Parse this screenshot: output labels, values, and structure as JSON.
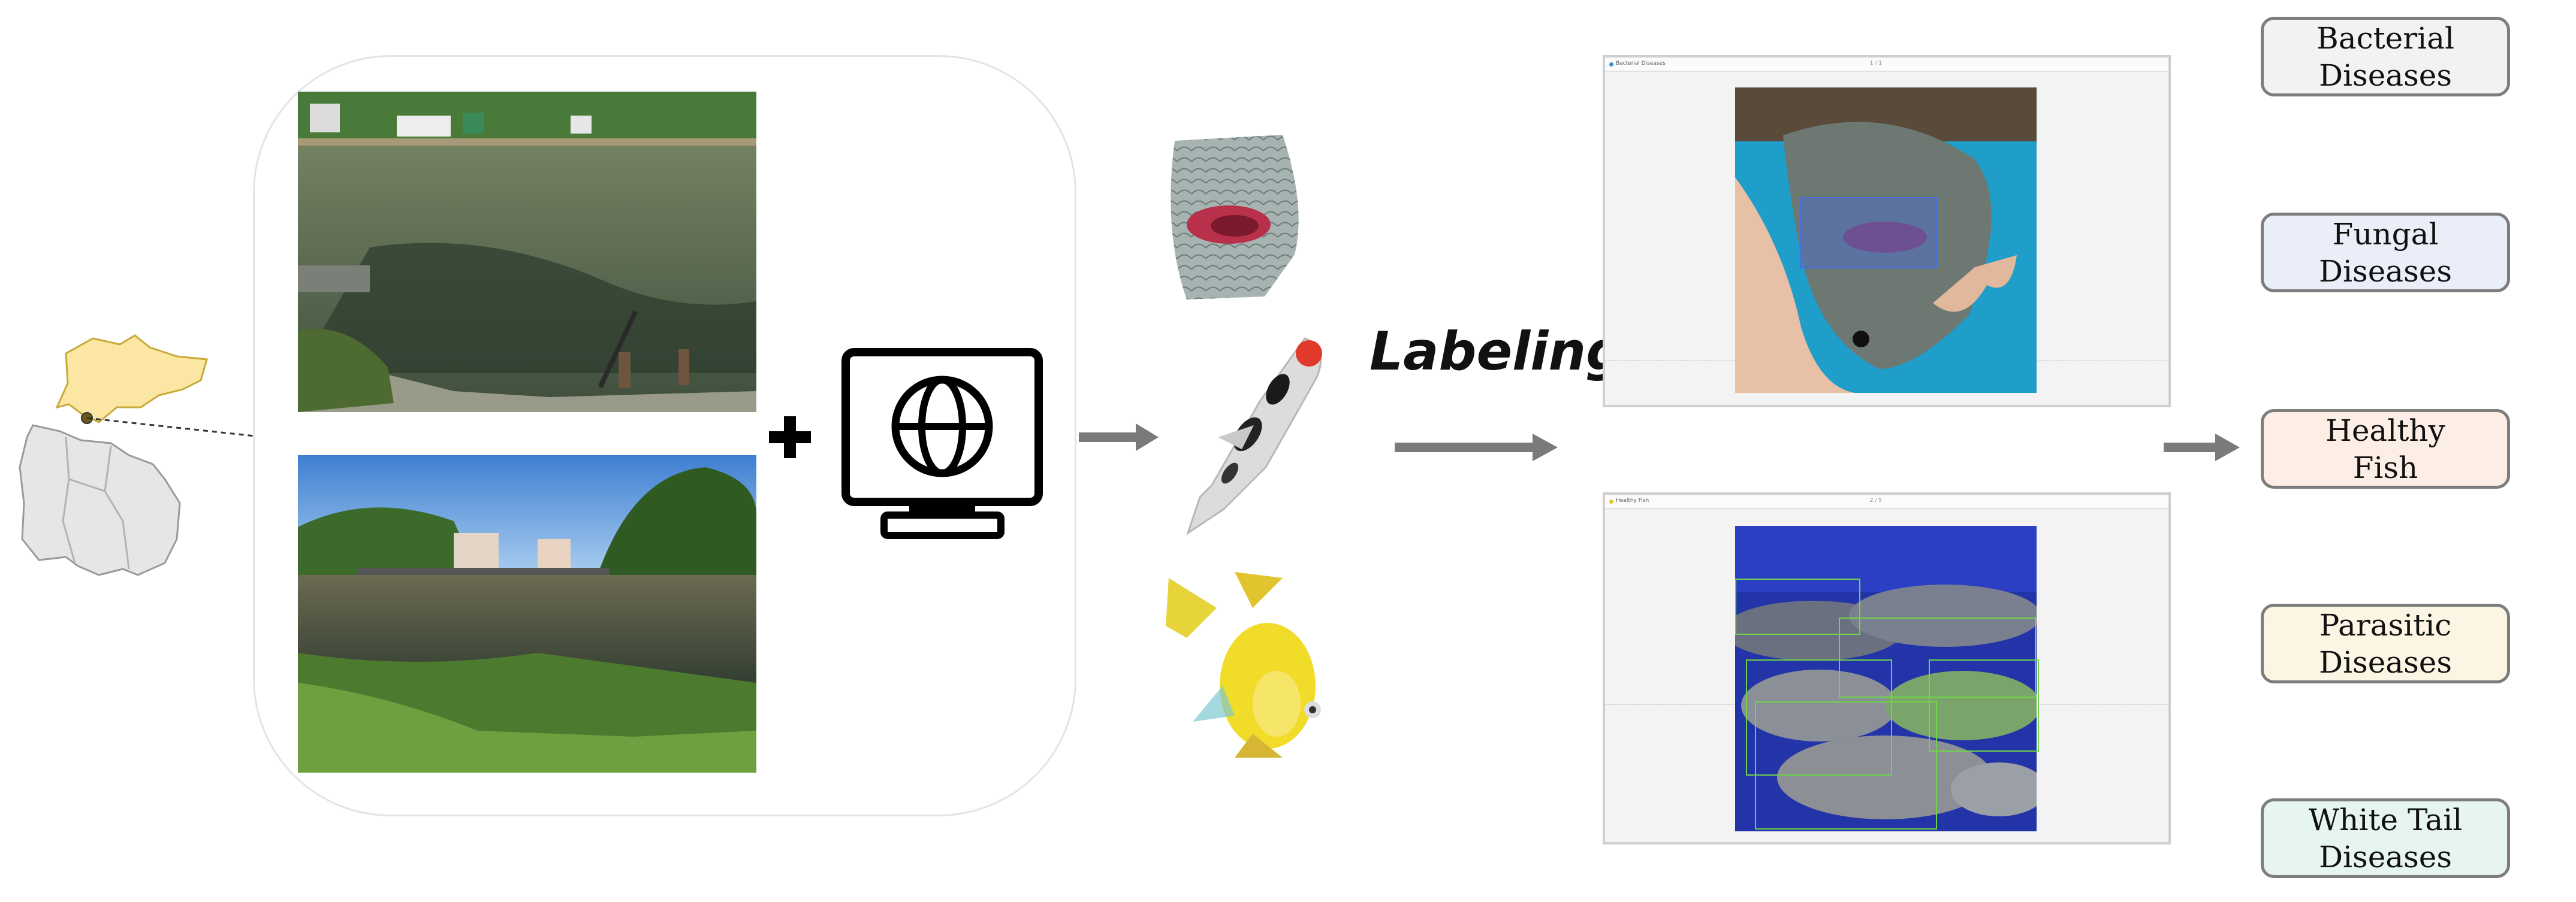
{
  "labeling": {
    "text": "Labeling"
  },
  "windows": {
    "top": {
      "title": "Bacterial Diseases",
      "page": "1 / 1"
    },
    "bottom": {
      "title": "Healthy Fish",
      "page": "2 / 5"
    }
  },
  "categories": [
    {
      "label": "Bacterial\nDiseases",
      "color": "#f2f2f2"
    },
    {
      "label": "Fungal\nDiseases",
      "color": "#e9eef9"
    },
    {
      "label": "Healthy\nFish",
      "color": "#fdeee5"
    },
    {
      "label": "Parasitic\nDiseases",
      "color": "#fdf5e4"
    },
    {
      "label": "White Tail\nDiseases",
      "color": "#e6f5f2"
    }
  ],
  "colors": {
    "region_fill": "#fbe7a3",
    "province_fill": "#e6e6e6",
    "arrow": "#7a7a7a",
    "bbox_blue": "#4a6cd8",
    "bbox_green": "#6fd44a"
  },
  "icons": [
    "location-map-icon",
    "plus-icon",
    "computer-globe-icon",
    "arrow-right-icon"
  ]
}
